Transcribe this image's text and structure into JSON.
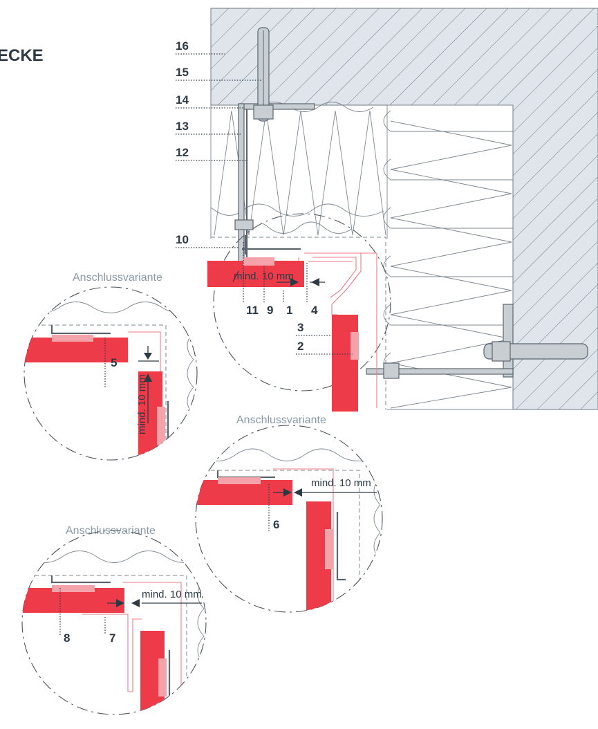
{
  "title": "ECKE",
  "numbers": {
    "n1": "1",
    "n2": "2",
    "n3": "3",
    "n4": "4",
    "n5": "5",
    "n6": "6",
    "n7": "7",
    "n8": "8",
    "n9": "9",
    "n10": "10",
    "n11": "11",
    "n12": "12",
    "n13": "13",
    "n14": "14",
    "n15": "15",
    "n16": "16"
  },
  "variants": {
    "left": "Anschlussvariante",
    "right": "Anschlussvariante",
    "bottom": "Anschlussvariante"
  },
  "dimensions": {
    "main": "mind. 10 mm",
    "left_vertical": "mind. 10 mm",
    "right": "mind. 10 mm",
    "bottom": "mind. 10 mm"
  },
  "colors": {
    "panel": "#ee3b4a",
    "wall_hatch": "#dfe5ea",
    "text": "#2d3a44",
    "variant_label": "#8b9aa8"
  }
}
